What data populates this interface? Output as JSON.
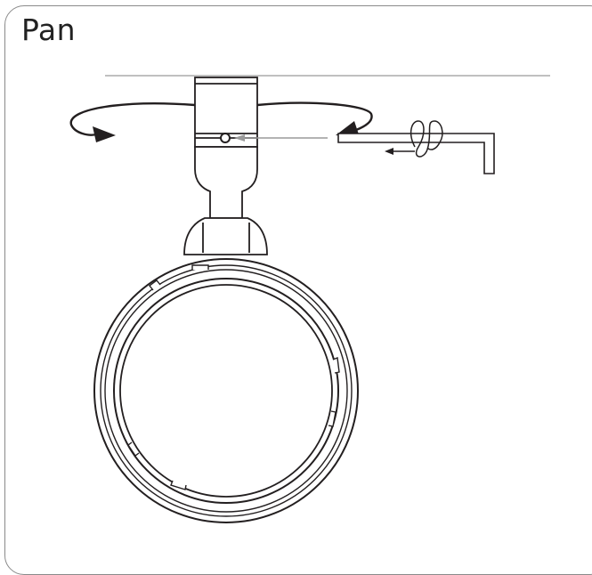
{
  "panel": {
    "title": "Pan"
  },
  "illustration": {
    "parts": [
      "ceiling-line",
      "mount-stem",
      "set-screw",
      "swivel-arm",
      "lens-ring",
      "pan-rotation-arrow",
      "hex-key"
    ],
    "colors": {
      "stroke": "#231f20",
      "guide_line": "#9a9a9a",
      "panel_border": "#8a8a8a"
    }
  }
}
